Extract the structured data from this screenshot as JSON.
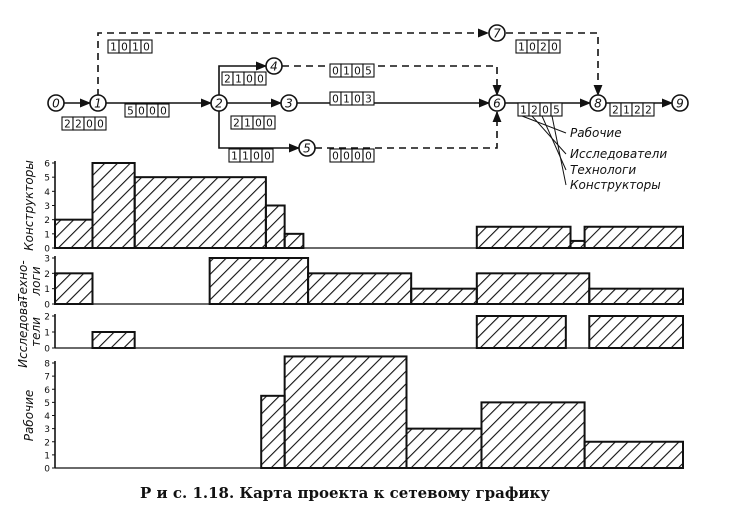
{
  "network": {
    "nodes": [
      "0",
      "1",
      "2",
      "3",
      "4",
      "5",
      "6",
      "7",
      "8",
      "9"
    ],
    "activities": [
      {
        "from": "0",
        "to": "1",
        "code": "2200"
      },
      {
        "from": "1",
        "to": "2",
        "code": "5000"
      },
      {
        "from": "1",
        "to": "7",
        "code": "1010"
      },
      {
        "from": "2",
        "to": "3",
        "code": "2100"
      },
      {
        "from": "2",
        "to": "4",
        "code": "2100"
      },
      {
        "from": "2",
        "to": "5",
        "code": "1100"
      },
      {
        "from": "3",
        "to": "6",
        "code": "0103"
      },
      {
        "from": "4",
        "to": "6",
        "code": "0105"
      },
      {
        "from": "5",
        "to": "6",
        "code": "0000"
      },
      {
        "from": "7",
        "to": "8",
        "code": "1020"
      },
      {
        "from": "6",
        "to": "8",
        "code": "1205"
      },
      {
        "from": "8",
        "to": "9",
        "code": "2122"
      }
    ],
    "code_legend": [
      "Рабочие",
      "Исследователи",
      "Технологи",
      "Конструкторы"
    ]
  },
  "chart_data": [
    {
      "type": "area",
      "ylabel": "Конструкторы",
      "ylim": [
        0,
        6
      ],
      "yticks": [
        "0",
        "1",
        "2",
        "3",
        "4",
        "5",
        "6"
      ],
      "steps": [
        {
          "from": 0,
          "to": 8,
          "value": 2
        },
        {
          "from": 8,
          "to": 17,
          "value": 6
        },
        {
          "from": 17,
          "to": 45,
          "value": 5
        },
        {
          "from": 45,
          "to": 49,
          "value": 3
        },
        {
          "from": 49,
          "to": 53,
          "value": 1
        },
        {
          "from": 90,
          "to": 110,
          "value": 1.5
        },
        {
          "from": 110,
          "to": 113,
          "value": 0.5
        },
        {
          "from": 113,
          "to": 134,
          "value": 1.5
        }
      ]
    },
    {
      "type": "area",
      "ylabel": "Техно-логи",
      "ylim": [
        0,
        3
      ],
      "yticks": [
        "0",
        "1",
        "2",
        "3"
      ],
      "steps": [
        {
          "from": 0,
          "to": 8,
          "value": 2
        },
        {
          "from": 33,
          "to": 54,
          "value": 3
        },
        {
          "from": 54,
          "to": 76,
          "value": 2
        },
        {
          "from": 76,
          "to": 90,
          "value": 1
        },
        {
          "from": 90,
          "to": 114,
          "value": 2
        },
        {
          "from": 114,
          "to": 134,
          "value": 1
        }
      ]
    },
    {
      "type": "area",
      "ylabel": "Исследова-тели",
      "ylim": [
        0,
        2
      ],
      "yticks": [
        "0",
        "1",
        "2"
      ],
      "steps": [
        {
          "from": 8,
          "to": 17,
          "value": 1
        },
        {
          "from": 90,
          "to": 109,
          "value": 2
        },
        {
          "from": 114,
          "to": 134,
          "value": 2
        }
      ]
    },
    {
      "type": "area",
      "ylabel": "Рабочие",
      "ylim": [
        0,
        8
      ],
      "yticks": [
        "0",
        "1",
        "2",
        "3",
        "4",
        "5",
        "6",
        "7",
        "8"
      ],
      "steps": [
        {
          "from": 44,
          "to": 49,
          "value": 5.5
        },
        {
          "from": 49,
          "to": 75,
          "value": 8.5
        },
        {
          "from": 75,
          "to": 91,
          "value": 3
        },
        {
          "from": 91,
          "to": 113,
          "value": 5
        },
        {
          "from": 113,
          "to": 134,
          "value": 2
        }
      ]
    }
  ],
  "caption": "Р и с.  1.18.  Карта  проекта  к  сетевому  графику"
}
